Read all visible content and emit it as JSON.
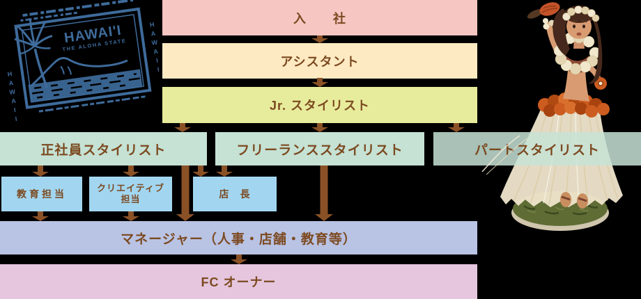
{
  "page": {
    "background": "#000000"
  },
  "postcard": {
    "title": "HAWAI'I",
    "subtitle": "THE ALOHA STATE",
    "side_text": "HAWAII",
    "ink_color": "#3e6b9b"
  },
  "flow": {
    "text_color": "#7c4a21",
    "arrow_color": "#8a5126",
    "stages": {
      "join": {
        "label": "入　　社",
        "bg": "#f6c6c3"
      },
      "assistant": {
        "label": "アシスタント",
        "bg": "#fdeac2"
      },
      "jr_stylist": {
        "label": "Jr. スタイリスト",
        "bg": "#e7ec9c"
      }
    },
    "tracks": {
      "fulltime": {
        "label": "正社員スタイリスト",
        "bg": "#c5e2d4"
      },
      "freelance": {
        "label": "フリーランススタイリスト",
        "bg": "#c5e2d4"
      },
      "parttime": {
        "label": "パートスタイリスト",
        "bg": "#c5e2d4"
      }
    },
    "roles": {
      "education": {
        "label": "教育担当",
        "bg": "#a2d6f0"
      },
      "creative": {
        "line1": "クリエイティブ",
        "line2": "担当",
        "bg": "#a2d6f0"
      },
      "store_manager": {
        "label": "店　長",
        "bg": "#a2d6f0"
      }
    },
    "manager": {
      "label": "マネージャー（人事・店舗・教育等）",
      "bg": "#b9c3e4"
    },
    "fc_owner": {
      "label": "FC オーナー",
      "bg": "#e5c6de"
    }
  }
}
